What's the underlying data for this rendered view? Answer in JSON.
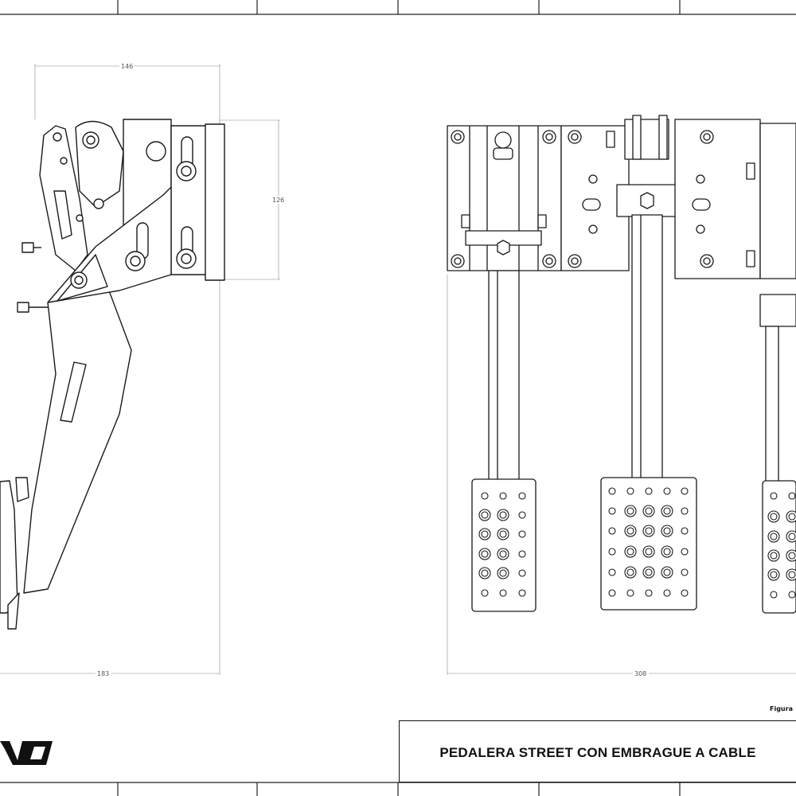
{
  "drawing": {
    "title": "PEDALERA STREET CON EMBRAGUE A CABLE",
    "figure_label": "Figura",
    "logo_name": "brand-logo"
  },
  "dimensions": {
    "side_width_top": "146",
    "side_height": "126",
    "side_width_bottom": "183",
    "front_width": "308"
  }
}
